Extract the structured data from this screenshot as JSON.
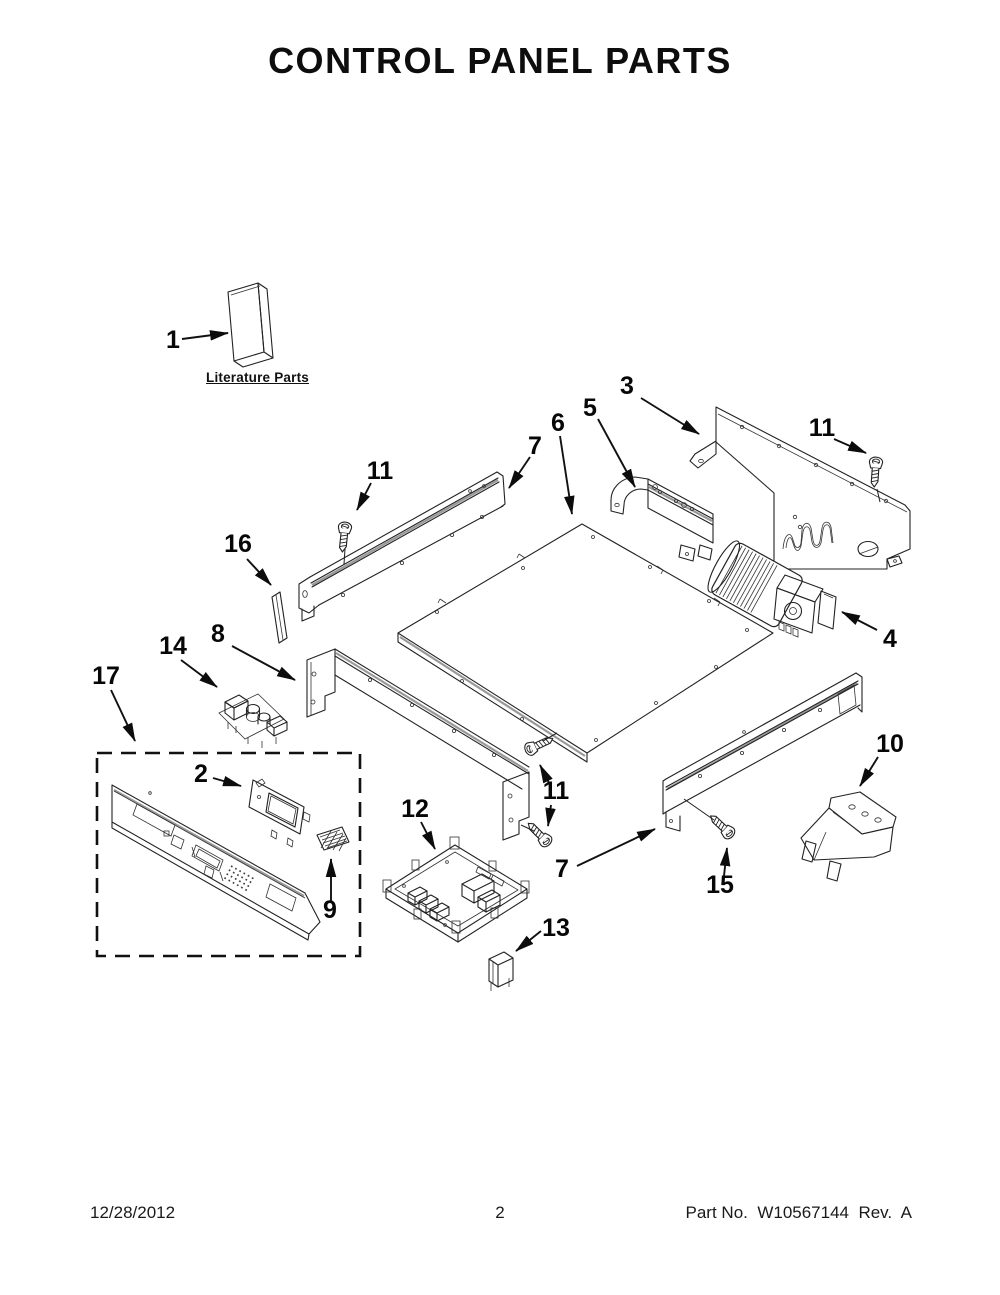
{
  "page": {
    "title": "CONTROL PANEL PARTS",
    "colors": {
      "paper": "#ffffff",
      "ink": "#1a1a1a"
    },
    "footer": {
      "date": "12/28/2012",
      "page_number": "2",
      "part_info": "Part No.  W10567144  Rev.  A"
    }
  },
  "diagram": {
    "literature_label": "Literature Parts",
    "callouts": [
      {
        "label": "1"
      },
      {
        "label": "3"
      },
      {
        "label": "5"
      },
      {
        "label": "6"
      },
      {
        "label": "7"
      },
      {
        "label": "11"
      },
      {
        "label": "16"
      },
      {
        "label": "11"
      },
      {
        "label": "8"
      },
      {
        "label": "14"
      },
      {
        "label": "17"
      },
      {
        "label": "2"
      },
      {
        "label": "9"
      },
      {
        "label": "12"
      },
      {
        "label": "11"
      },
      {
        "label": "13"
      },
      {
        "label": "7"
      },
      {
        "label": "15"
      },
      {
        "label": "10"
      },
      {
        "label": "4"
      }
    ]
  }
}
